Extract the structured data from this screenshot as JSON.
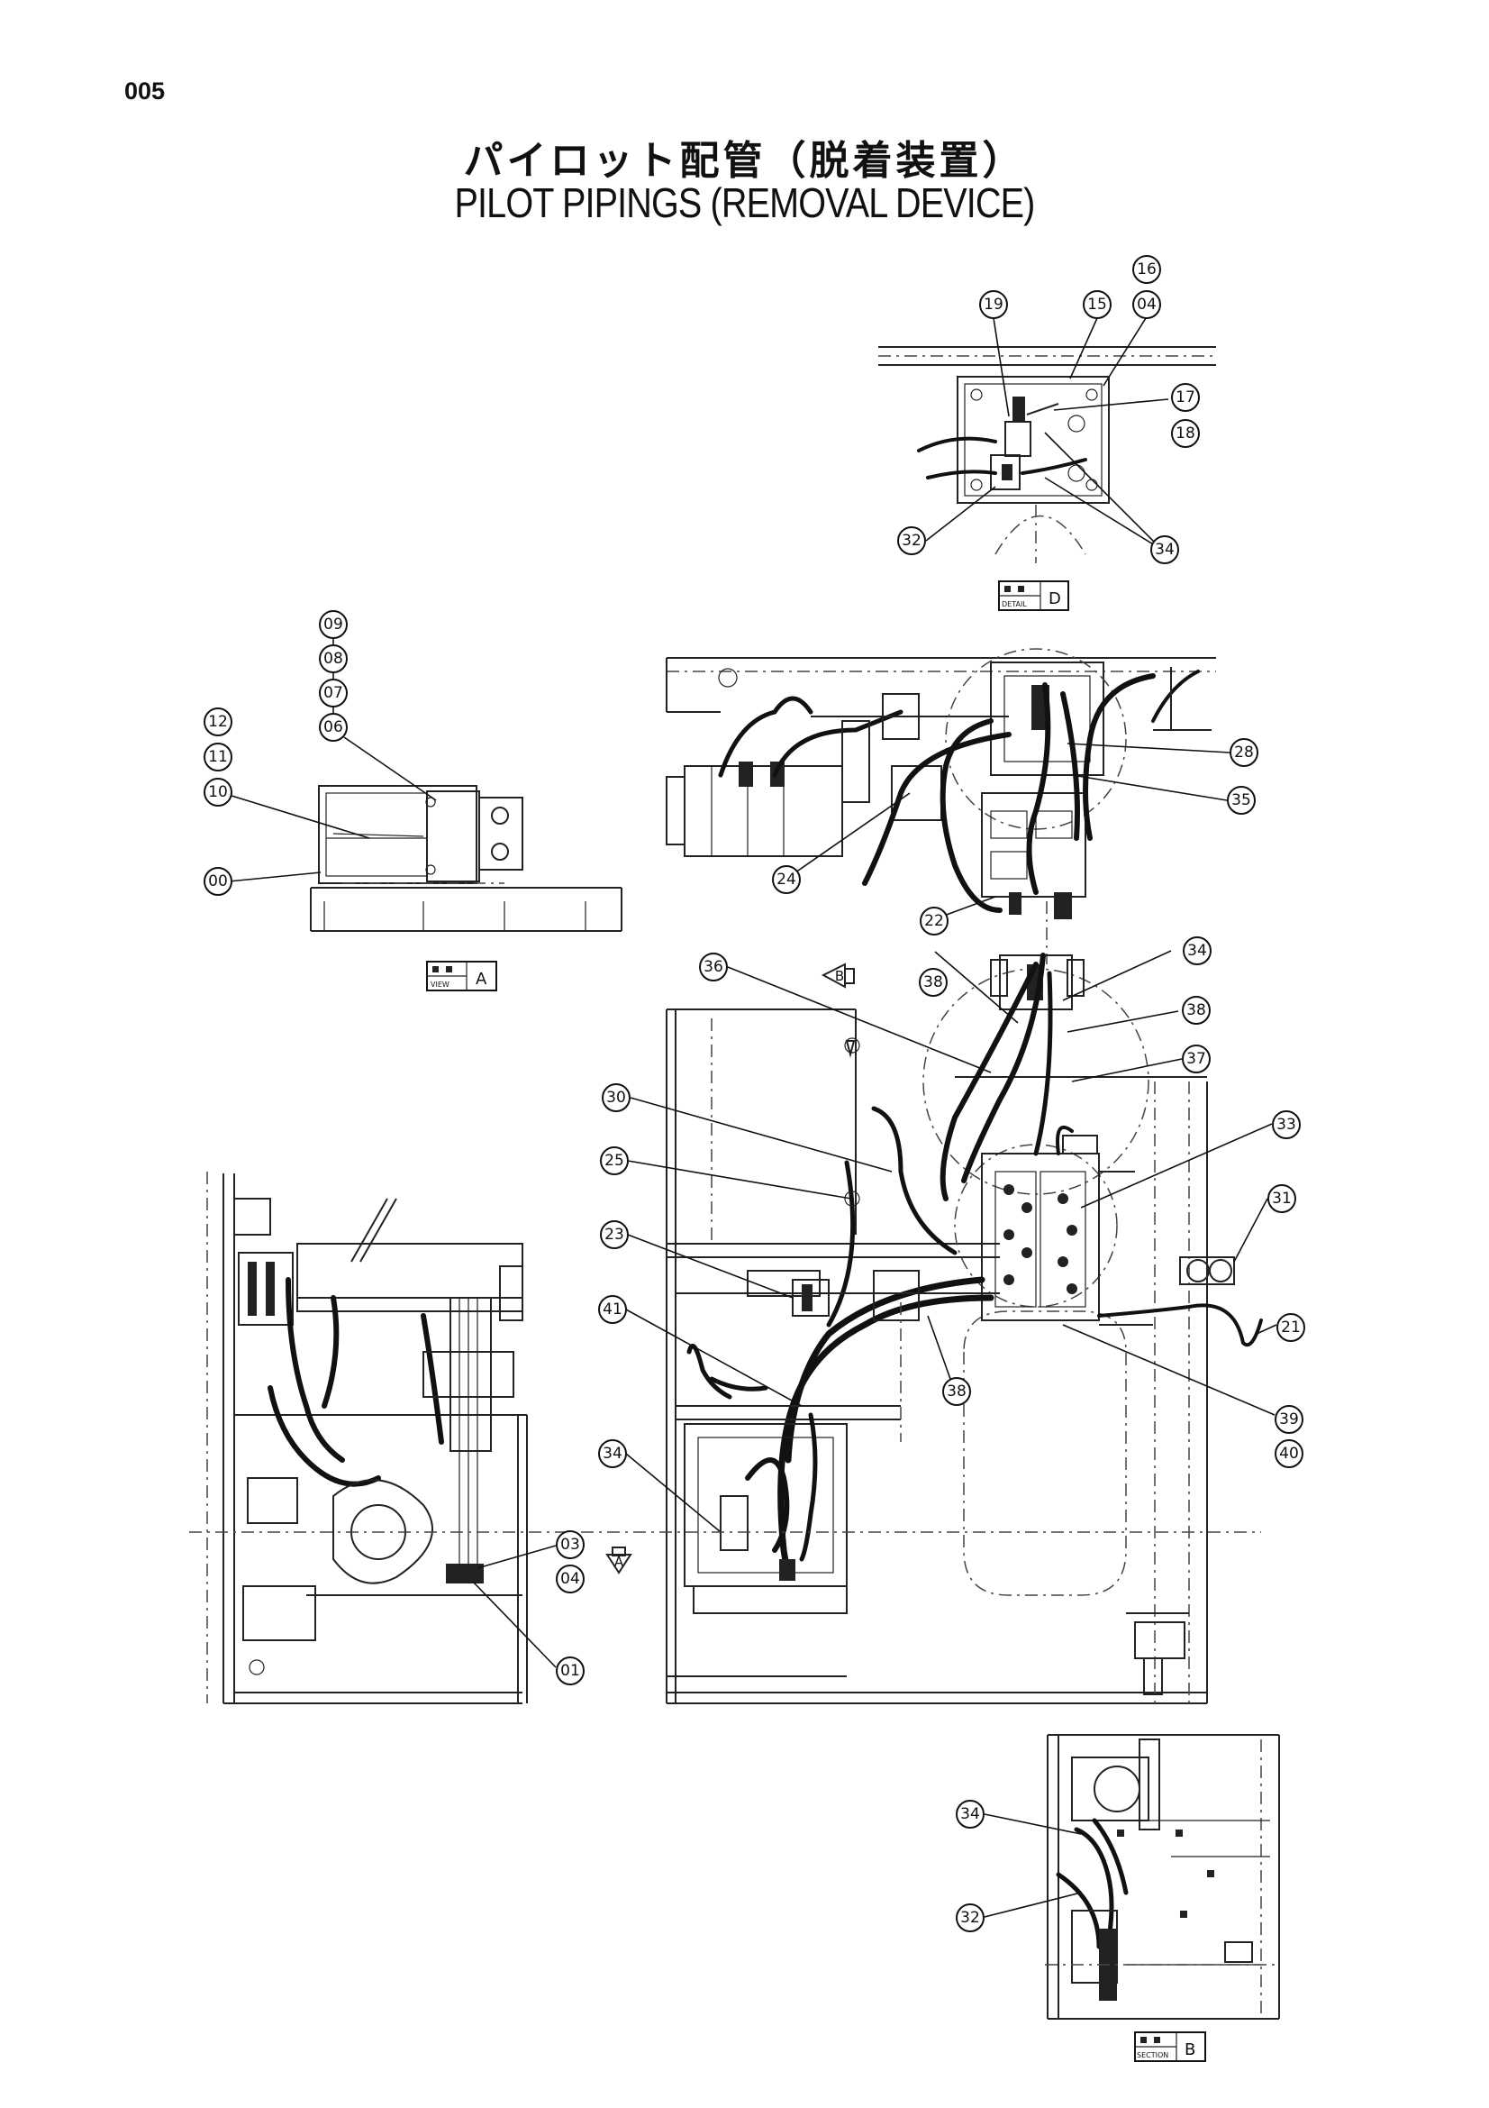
{
  "page_number": "005",
  "title_jp": "パイロット配管（脱着装置）",
  "title_en": "PILOT PIPINGS (REMOVAL DEVICE)",
  "callouts": {
    "c16": "16",
    "c19": "19",
    "c15": "15",
    "c04a": "04",
    "c17": "17",
    "c18": "18",
    "c32a": "32",
    "c34a": "34",
    "c09": "09",
    "c08": "08",
    "c07": "07",
    "c06": "06",
    "c12": "12",
    "c11": "11",
    "c10": "10",
    "c00": "00",
    "c28": "28",
    "c35": "35",
    "c24": "24",
    "c22": "22",
    "c36": "36",
    "c38a": "38",
    "c34b": "34",
    "c38b": "38",
    "c37": "37",
    "c30": "30",
    "c33": "33",
    "c25": "25",
    "c31": "31",
    "c23": "23",
    "c21": "21",
    "c41": "41",
    "c38c": "38",
    "c39": "39",
    "c40": "40",
    "c34c": "34",
    "c03": "03",
    "c04b": "04",
    "c01": "01",
    "c34d": "34",
    "c32b": "32"
  },
  "view_tags": {
    "detail_d": {
      "small": "DETAIL",
      "letter": "D"
    },
    "view_a": {
      "small": "VIEW",
      "letter": "A"
    },
    "section_b": {
      "small": "SECTION",
      "letter": "B"
    }
  },
  "view_arrows": {
    "arrow_b": "B",
    "arrow_a": "A"
  }
}
